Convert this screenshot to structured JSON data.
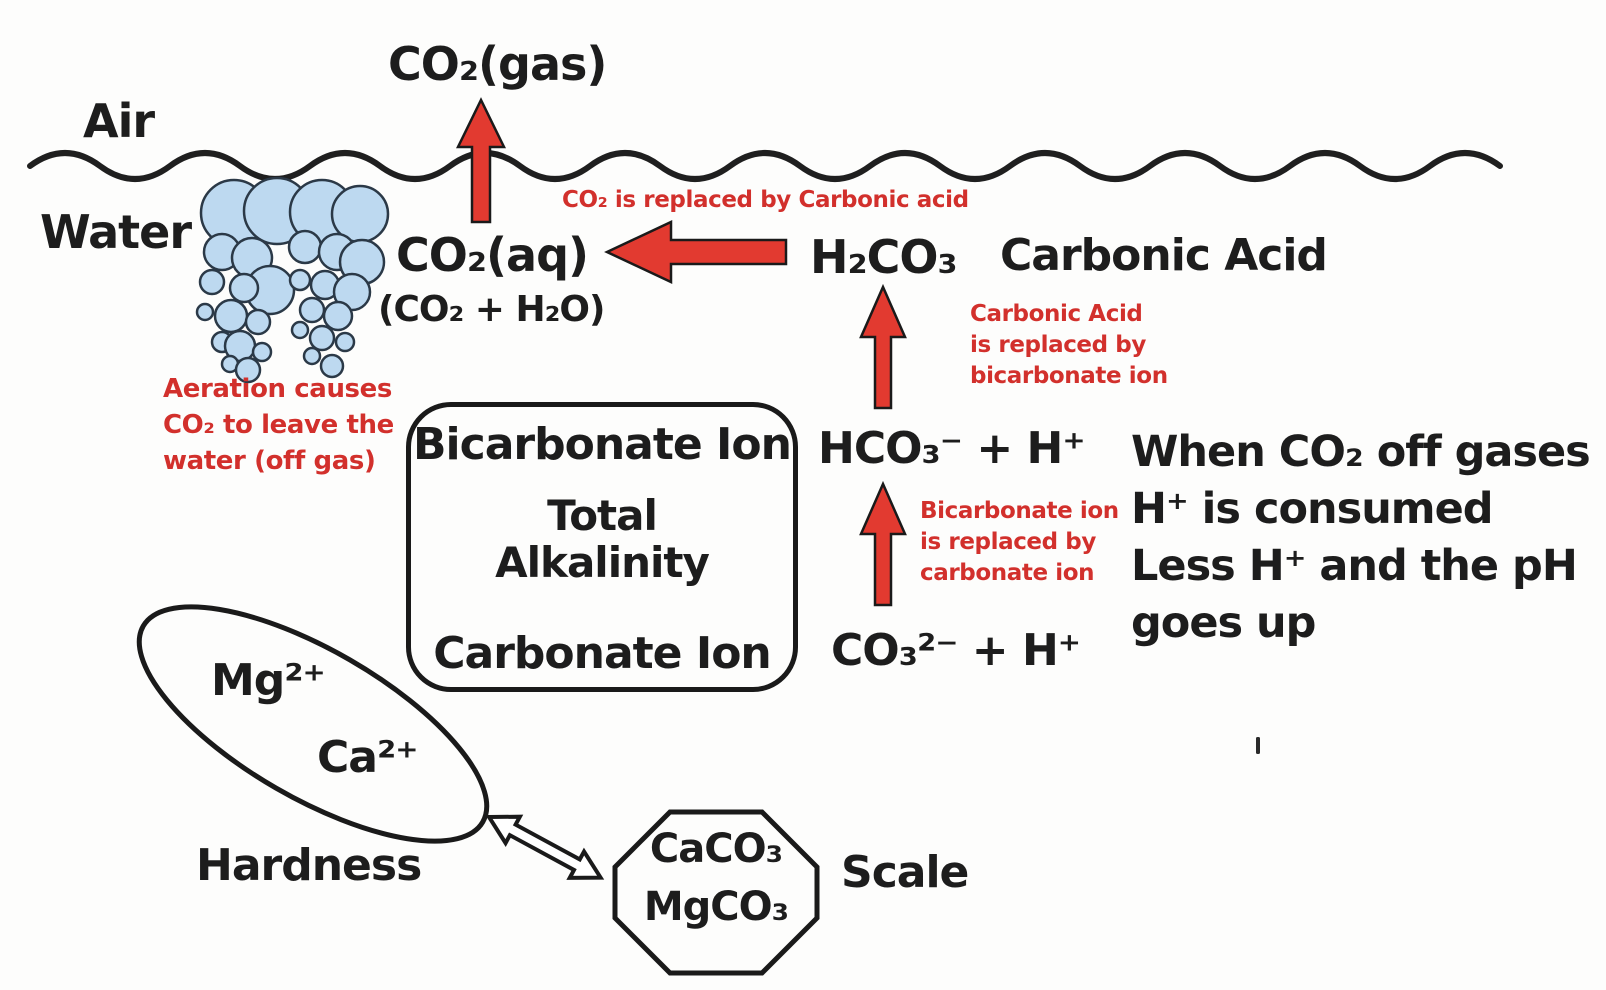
{
  "diagram_title_implied": "CO2 off-gassing, alkalinity, hardness and scale relationships in water",
  "colors": {
    "ink": "#1d1d1d",
    "red_text": "#d2302c",
    "arrow_fill": "#e23a30",
    "bubble_fill": "#bdd9f0",
    "bubble_stroke": "#2b3947",
    "background": "#fdfdfc"
  },
  "labels": {
    "air": "Air",
    "water": "Water",
    "co2_gas": "CO₂(gas)",
    "co2_aq": "CO₂(aq)",
    "co2_aq_detail": "(CO₂ + H₂O)",
    "h2co3": "H₂CO₃",
    "carbonic_acid": "Carbonic Acid",
    "hco3_h": "HCO₃⁻ + H⁺",
    "co3_h": "CO₃²⁻ + H⁺",
    "mg": "Mg²⁺",
    "ca": "Ca²⁺",
    "hardness": "Hardness",
    "caco3": "CaCO₃",
    "mgco3": "MgCO₃",
    "scale": "Scale"
  },
  "alkalinity_box": {
    "line1": "Bicarbonate Ion",
    "line2": "Total",
    "line3": "Alkalinity",
    "line4": "Carbonate Ion"
  },
  "red_notes": {
    "co2_replaced": "CO₂ is replaced by Carbonic acid",
    "carbonic_replaced": "Carbonic Acid\nis replaced by\nbicarbonate ion",
    "bicarbonate_replaced": "Bicarbonate ion\nis replaced by\ncarbonate ion",
    "aeration": "Aeration causes\nCO₂ to leave the\nwater (off gas)"
  },
  "ph_note": "When CO₂ off gases\nH⁺ is consumed\nLess H⁺ and the pH\ngoes up"
}
